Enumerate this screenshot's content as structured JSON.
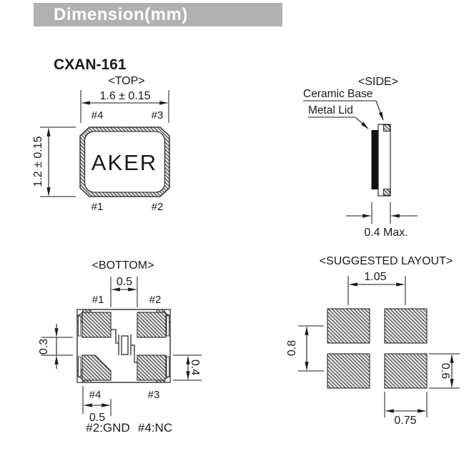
{
  "header": {
    "title": "Dimension(mm)",
    "bg_color": "#b1b1b1",
    "text_color": "#ffffff"
  },
  "part": {
    "name": "CXAN-161",
    "logo": "AKER"
  },
  "top_view": {
    "label": "<TOP>",
    "width_dim": "1.6 ± 0.15",
    "height_dim": "1.2 ± 0.15",
    "pin_top_left": "#4",
    "pin_top_right": "#3",
    "pin_bottom_left": "#1",
    "pin_bottom_right": "#2"
  },
  "side_view": {
    "label": "<SIDE>",
    "callout_ceramic": "Ceramic Base",
    "callout_lid": "Metal Lid",
    "thickness_dim": "0.4 Max."
  },
  "bottom_view": {
    "label": "<BOTTOM>",
    "gap_dim_top": "0.5",
    "pad_width_dim": "0.5",
    "gap_dim_left": "0.3",
    "pad_height_dim": "0.4",
    "pin_top_left": "#1",
    "pin_top_right": "#2",
    "pin_bottom_left": "#4",
    "pin_bottom_right": "#3",
    "pin_note_gnd": "#2:GND",
    "pin_note_nc": "#4:NC"
  },
  "layout_view": {
    "label": "<SUGGESTED LAYOUT>",
    "pitch_x_dim": "1.05",
    "pitch_y_dim": "0.8",
    "pad_height_dim": "0.6",
    "pad_width_dim": "0.75"
  },
  "colors": {
    "line": "#1a1a1a",
    "hatch_bg": "#e6e6e6"
  }
}
